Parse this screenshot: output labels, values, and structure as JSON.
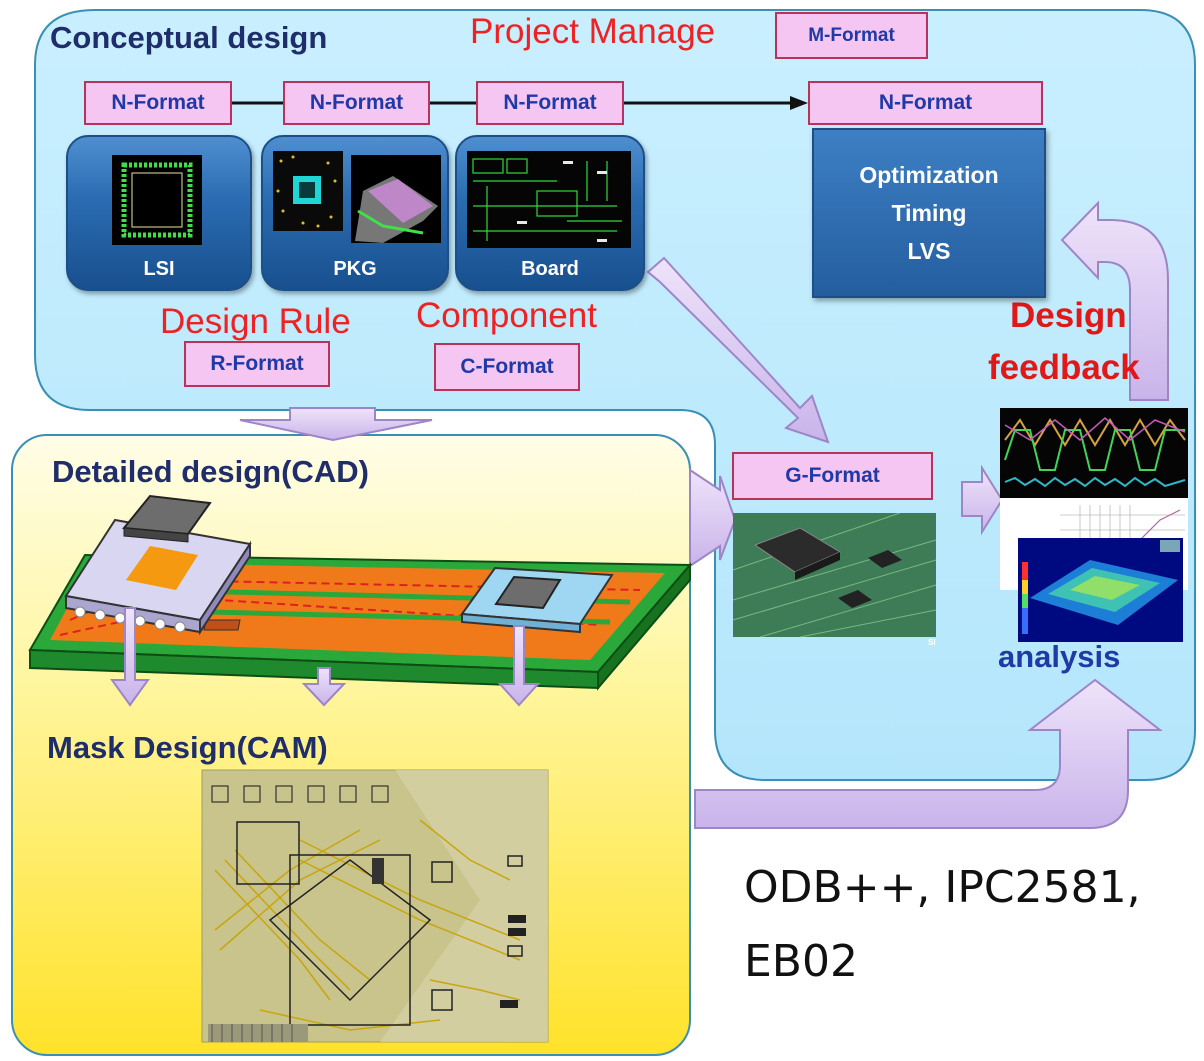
{
  "sections": {
    "conceptual_title": "Conceptual design",
    "detailed_title": "Detailed design(CAD)",
    "mask_title": "Mask Design(CAM)",
    "analysis_title": "analysis"
  },
  "labels": {
    "project_manage": "Project Manage",
    "design_rule": "Design Rule",
    "component": "Component",
    "design_feedback_line1": "Design",
    "design_feedback_line2": "feedback"
  },
  "formats": {
    "m_format": "M-Format",
    "n_format_lsi": "N-Format",
    "n_format_pkg": "N-Format",
    "n_format_board": "N-Format",
    "n_format_opt": "N-Format",
    "r_format": "R-Format",
    "c_format": "C-Format",
    "g_format": "G-Format"
  },
  "tiles": {
    "lsi": "LSI",
    "pkg": "PKG",
    "board": "Board",
    "opt_line1": "Optimization",
    "opt_line2": "Timing",
    "opt_line3": "LVS"
  },
  "image_marks": {
    "si": "SI"
  },
  "footer": {
    "line1": "ODB++, IPC2581,",
    "line2": "EB02"
  }
}
